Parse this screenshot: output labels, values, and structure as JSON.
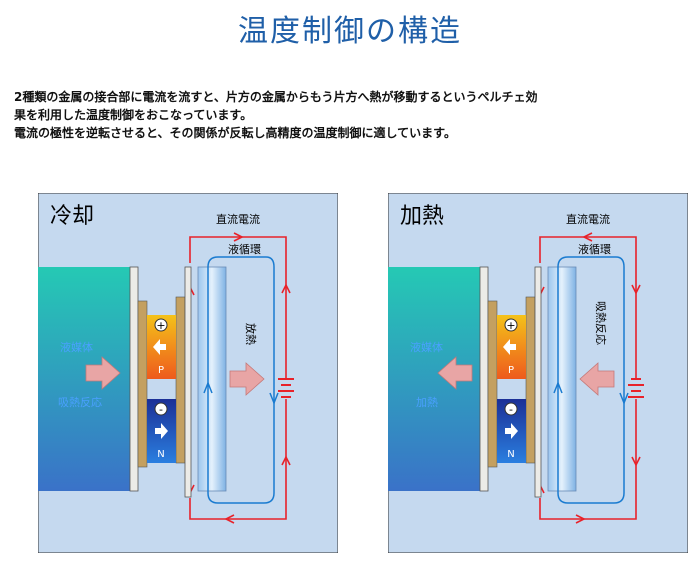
{
  "title": "温度制御の構造",
  "description": [
    "2種類の金属の接合部に電流を流すと、片方の金属からもう片方へ熱が移動するというペルチェ効",
    "果を利用した温度制御をおこなっています。",
    "電流の極性を逆転させると、その関係が反転し高精度の温度制御に適しています。"
  ],
  "panels": {
    "cooling": {
      "label": "冷却",
      "dc_current": "直流電流",
      "liquid_circulation": "液循環",
      "medium": "液媒体",
      "left_effect": "吸熱反応",
      "right_effect": "放熱",
      "p_label": "P",
      "n_label": "N",
      "plus": "+",
      "minus": "-"
    },
    "heating": {
      "label": "加熱",
      "dc_current": "直流電流",
      "liquid_circulation": "液循環",
      "medium": "液媒体",
      "left_effect": "加熱",
      "right_effect": "吸熱反応",
      "p_label": "P",
      "n_label": "N",
      "plus": "+",
      "minus": "-"
    }
  },
  "colors": {
    "title": "#1f5fa8",
    "panel_bg": "#c5d9ef",
    "circuit": "#e8222a",
    "circulation": "#1a7bd0",
    "heat_arrow": "#e8a5a5",
    "p_element": "#f07a1c",
    "n_element": "#1f3fa8"
  }
}
